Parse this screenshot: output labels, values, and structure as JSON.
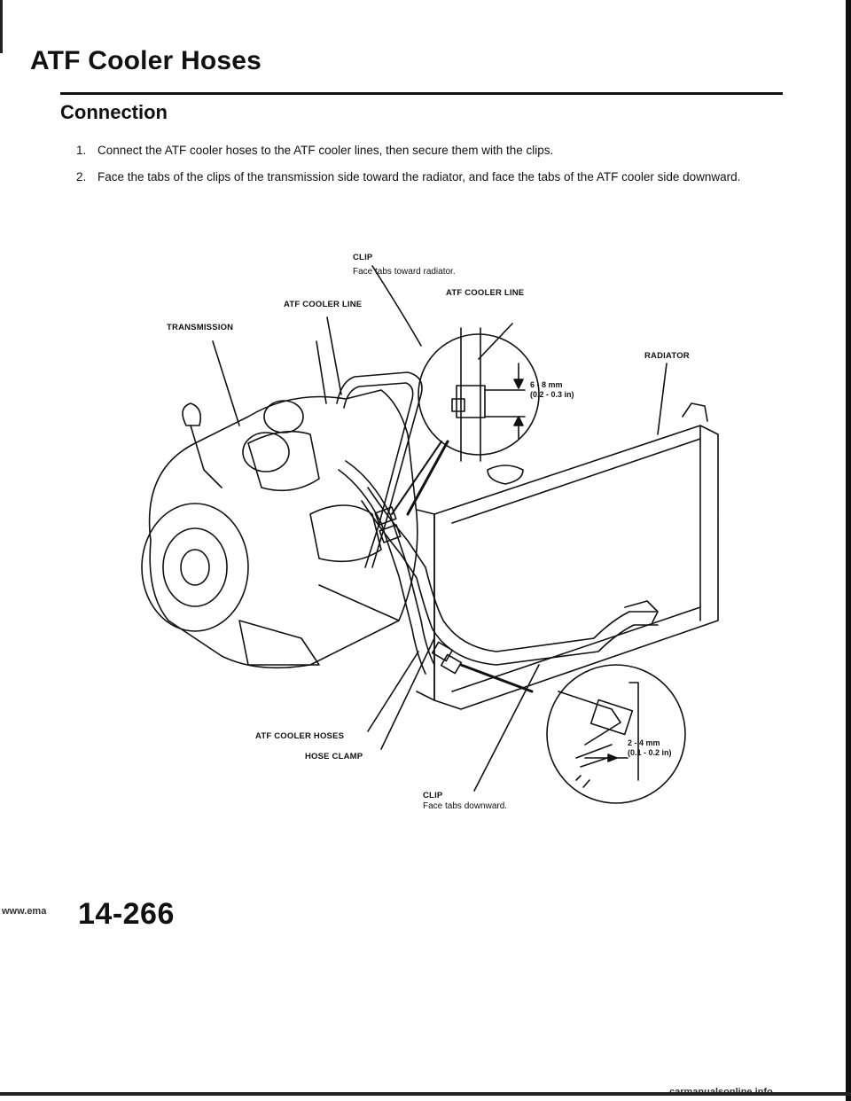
{
  "header": {
    "title": "ATF Cooler Hoses",
    "section": "Connection"
  },
  "steps": [
    {
      "num": "1.",
      "text": "Connect the ATF cooler hoses to the ATF cooler lines, then secure them with the clips."
    },
    {
      "num": "2.",
      "text": "Face the tabs of the clips of the transmission side toward the radiator, and face the tabs of the ATF cooler side downward."
    }
  ],
  "diagram": {
    "clip_top": "CLIP",
    "clip_top_note": "Face tabs toward radiator.",
    "atf_cooler_line_left": "ATF COOLER LINE",
    "atf_cooler_line_right": "ATF COOLER LINE",
    "transmission": "TRANSMISSION",
    "radiator": "RADIATOR",
    "spec_top_mm": "6 - 8 mm",
    "spec_top_in": "(0.2 - 0.3 in)",
    "spec_bottom_mm": "2 - 4 mm",
    "spec_bottom_in": "(0.1 - 0.2 in)",
    "atf_cooler_hoses": "ATF COOLER HOSES",
    "hose_clamp": "HOSE CLAMP",
    "clip_bottom": "CLIP",
    "clip_bottom_note": "Face tabs downward."
  },
  "footer": {
    "page_number": "14-266",
    "watermark_left": "www.ema",
    "watermark_right": "carmanualsonline.info"
  }
}
